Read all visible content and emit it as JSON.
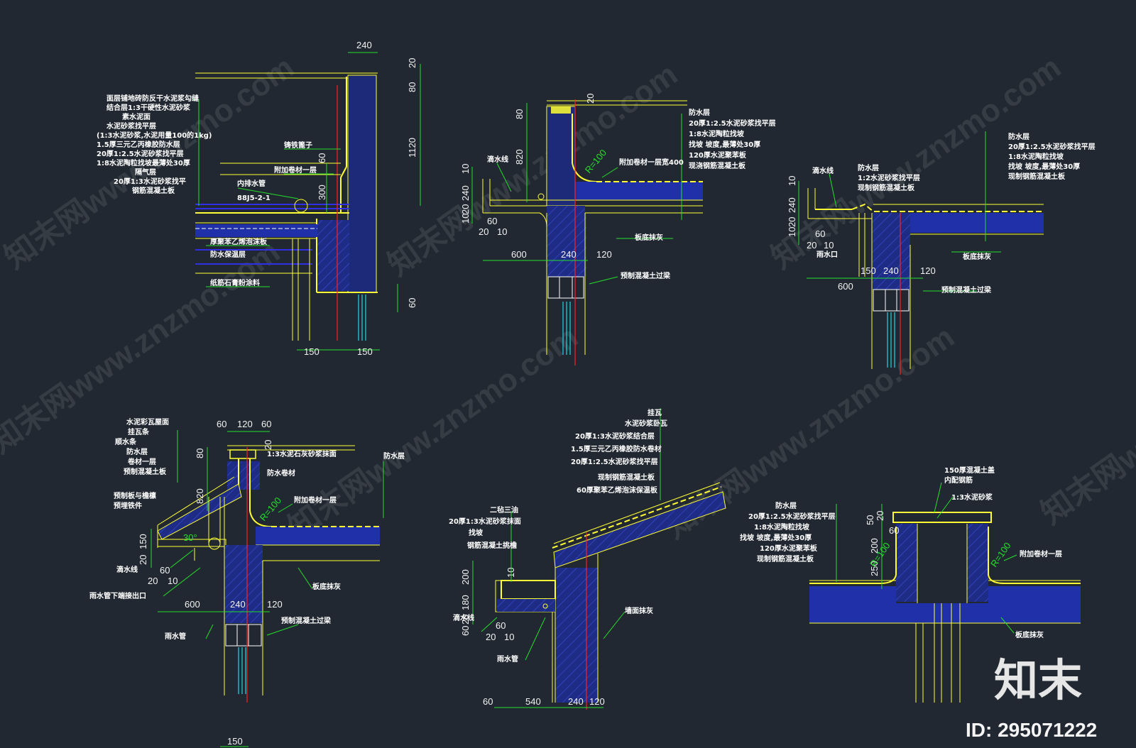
{
  "watermarks": [
    "知末网www.znzmo.com"
  ],
  "brand": {
    "logo_text": "知末",
    "id_text": "ID: 295071222"
  },
  "colors": {
    "background": "#222831",
    "outline": "#ffff33",
    "dimension": "#22e02a",
    "axis": "#ff2020",
    "concrete": "#2030a8",
    "pipe": "#21d7e6",
    "text": "#ffffff"
  },
  "details": {
    "d1": {
      "dims": [
        "240",
        "20",
        "80",
        "1120",
        "60",
        "300",
        "60",
        "150",
        "150"
      ],
      "labels": [
        "面层铺地砖防反干水泥浆勾缝",
        "结合层1:3干硬性水泥砂浆",
        "素水泥面",
        "水泥砂浆找平层",
        "(1:3水泥砂浆,水泥用量100的1kg)",
        "1.5厚三元乙丙橡胶防水层",
        "20厚1:2.5水泥砂浆找平层",
        "1:8水泥陶粒找坡最薄处30厚",
        "隔气层",
        "20厚1:3水泥砂浆找平",
        "钢筋混凝土板",
        "铸铁篦子",
        "附加卷材一层",
        "内排水管",
        "88J5-2-1",
        "厚聚苯乙烯泡沫板",
        "防水保温层",
        "纸筋石膏粉涂料"
      ]
    },
    "d2": {
      "dims": [
        "20",
        "80",
        "820",
        "10",
        "240",
        "20",
        "10",
        "60",
        "20",
        "10",
        "600",
        "240",
        "120"
      ],
      "labels": [
        "防水层",
        "20厚1:2.5水泥砂浆找平层",
        "1:8水泥陶粒找坡",
        "找坡 坡度,最薄处30厚",
        "120厚水泥聚苯板",
        "现浇钢筋混凝土板",
        "滴水线",
        "附加卷材一层宽400",
        "R=100",
        "板底抹灰",
        "预制混凝土过梁"
      ]
    },
    "d3": {
      "dims": [
        "10",
        "240",
        "20",
        "10",
        "60",
        "20",
        "10",
        "600",
        "150",
        "240",
        "120"
      ],
      "labels": [
        "滴水线",
        "防水层",
        "1:2水泥砂浆找平层",
        "现制钢筋混凝土板",
        "防水层",
        "20厚1:2.5水泥砂浆找平层",
        "1:8水泥陶粒找坡",
        "找坡 坡度,最薄处30厚",
        "现制钢筋混凝土板",
        "雨水口",
        "板底抹灰",
        "预制混凝土过梁"
      ]
    },
    "d4": {
      "dims": [
        "60",
        "120",
        "60",
        "20",
        "80",
        "820",
        "150",
        "20",
        "60",
        "20",
        "10",
        "600",
        "240",
        "120"
      ],
      "labels": [
        "水泥彩瓦屋面",
        "挂瓦条",
        "顺水条",
        "防水层",
        "卷材一层",
        "预制混凝土板",
        "预制板与檐檩",
        "预埋铁件",
        "1:3水泥石灰砂浆抹面",
        "防水卷材",
        "防水层",
        "附加卷材一层",
        "R=100",
        "30°",
        "滴水线",
        "雨水管下端接出口",
        "板底抹灰",
        "雨水管",
        "预制混凝土过梁"
      ]
    },
    "d5": {
      "dims": [
        "200",
        "10",
        "180",
        "20",
        "60",
        "20",
        "10",
        "60",
        "540",
        "240",
        "120"
      ],
      "labels": [
        "挂瓦",
        "水泥砂浆卧瓦",
        "20厚1:3水泥砂浆结合层",
        "1.5厚三元乙丙橡胶防水卷材",
        "20厚1:2.5水泥砂浆找平层",
        "现制钢筋混凝土板",
        "60厚聚苯乙烯泡沫保温板",
        "二毡三油",
        "20厚1:3水泥砂浆抹面",
        "找坡",
        "钢筋混凝土挑檐",
        "滴水线",
        "雨水管",
        "墙面抹灰"
      ]
    },
    "d6": {
      "dims": [
        "20",
        "50",
        "200",
        "60",
        "250",
        "60"
      ],
      "labels": [
        "150厚混凝土盖",
        "内配钢筋",
        "1:3水泥砂浆",
        "防水层",
        "20厚1:2.5水泥砂浆找平层",
        "1:8水泥陶粒找坡",
        "找坡 坡度,最薄处30厚",
        "120厚水泥聚苯板",
        "现制钢筋混凝土板",
        "R=100",
        "附加卷材一层",
        "板底抹灰"
      ]
    },
    "bottom_cut": "150"
  }
}
